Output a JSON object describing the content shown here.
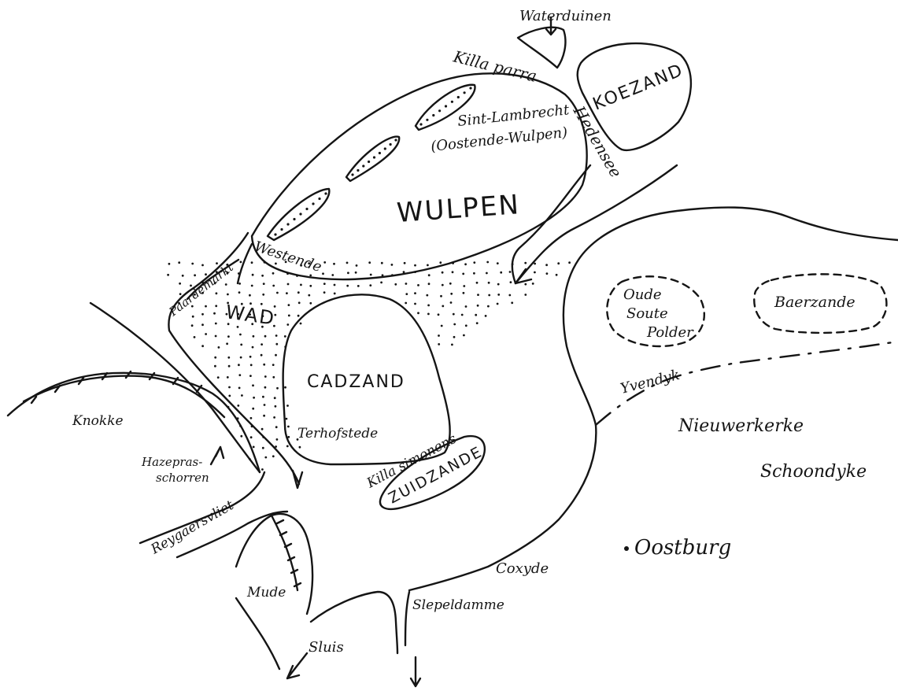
{
  "labels": {
    "waterduinen": "Waterduinen",
    "killa_parra": "Killa parra",
    "koezand": "KOEZAND",
    "hedensee": "Hedensee",
    "sint_lambrecht": "Sint-Lambrecht",
    "oostende_wulpen": "(Oostende-Wulpen)",
    "wulpen": "WULPEN",
    "westende": "Westende",
    "paardemarkt": "Paardemarkt",
    "wad": "WAD",
    "cadzand": "CADZAND",
    "terhofstede": "Terhofstede",
    "killa_simonens": "Killa simonens",
    "zuidzande": "ZUIDZANDE",
    "oude_soute_polder_1": "Oude",
    "oude_soute_polder_2": "Soute",
    "oude_soute_polder_3": "Polder",
    "baerzande": "Baerzande",
    "yvendyk": "Yvendyk",
    "nieuwerkerke": "Nieuwerkerke",
    "schoondyke": "Schoondyke",
    "oostburg": "Oostburg",
    "coxyde": "Coxyde",
    "slepeldamme": "Slepeldamme",
    "knokke": "Knokke",
    "hazepras_1": "Hazepras-",
    "hazepras_2": "schorren",
    "reygaersvliet": "Reygaersvliet",
    "mude": "Mude",
    "sluis": "Sluis"
  }
}
